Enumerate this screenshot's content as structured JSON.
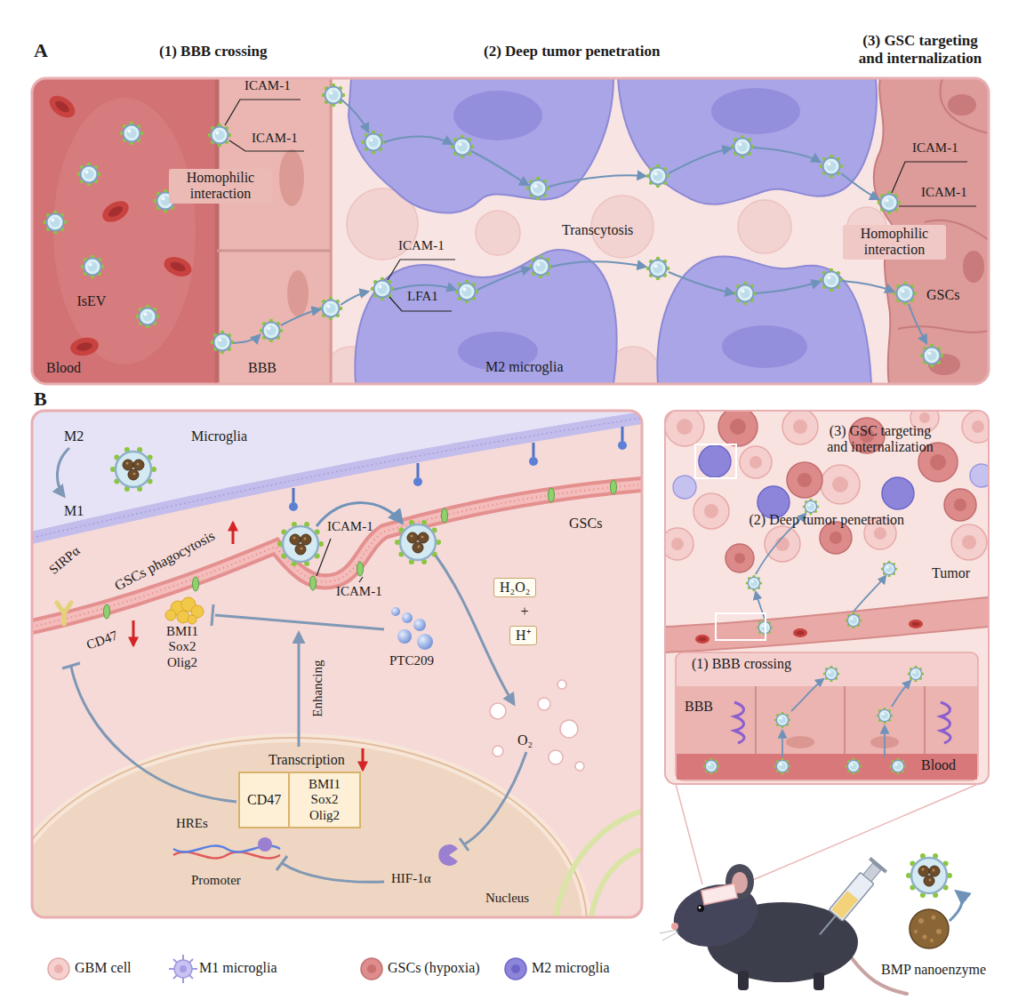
{
  "diagram": {
    "nodes": [
      {
        "text": [
          "A"
        ]
      },
      {
        "text": [
          "B"
        ]
      },
      {
        "text": [
          "H₂O₂"
        ],
        "in": 1
      },
      {
        "text": [
          "H⁺"
        ],
        "in": 1
      },
      {
        "text": [
          "CD47"
        ],
        "in": 1
      },
      {
        "text": [
          "BMI1 Sox2 Olig2"
        ],
        "in": 1
      },
      {
        "text": [
          "(3) GSC targeting and internalization",
          "(2) Deep tumor penetration",
          "Tumor"
        ]
      },
      {
        "text": [
          "(1) BBB crossing",
          "BBB",
          "Blood"
        ],
        "in": 6
      }
    ],
    "labels": [
      "(1) BBB crossing",
      "(2) Deep tumor penetration",
      "(3) GSC targeting and internalization",
      "ICAM-1",
      "ICAM-1",
      "Homophilic interaction",
      "IsEV",
      "Blood",
      "BBB",
      "ICAM-1",
      "LFA1",
      "Transcytosis",
      "M2 microglia",
      "ICAM-1",
      "ICAM-1",
      "Homophilic interaction",
      "GSCs",
      "M2",
      "Microglia",
      "M1",
      "GSCs",
      "SIRPα",
      "ICAM-1",
      "GSCs phagocytosis",
      "ICAM-1",
      "CD47",
      "BMI1 Sox2 Olig2",
      "+",
      "PTC209",
      "O₂",
      "Enhancing",
      "Transcription",
      "HREs",
      "Promoter",
      "HIF-1α",
      "Nucleus",
      "BMP nanoenzyme"
    ],
    "legend": [
      {
        "text": "GBM cell"
      },
      {
        "text": "M1 microglia"
      },
      {
        "text": "GSCs (hypoxia)"
      },
      {
        "text": "M2 microglia"
      }
    ]
  }
}
